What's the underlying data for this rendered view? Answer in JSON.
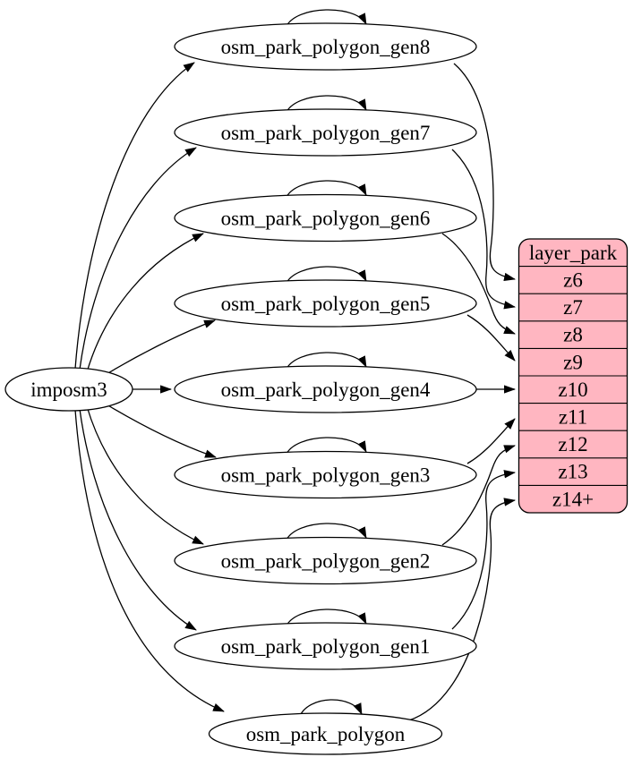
{
  "diagram": {
    "kind": "etl-graph",
    "source_node": {
      "label": "imposm3"
    },
    "table_nodes": [
      {
        "id": "gen8",
        "label": "osm_park_polygon_gen8"
      },
      {
        "id": "gen7",
        "label": "osm_park_polygon_gen7"
      },
      {
        "id": "gen6",
        "label": "osm_park_polygon_gen6"
      },
      {
        "id": "gen5",
        "label": "osm_park_polygon_gen5"
      },
      {
        "id": "gen4",
        "label": "osm_park_polygon_gen4"
      },
      {
        "id": "gen3",
        "label": "osm_park_polygon_gen3"
      },
      {
        "id": "gen2",
        "label": "osm_park_polygon_gen2"
      },
      {
        "id": "gen1",
        "label": "osm_park_polygon_gen1"
      },
      {
        "id": "polygon",
        "label": "osm_park_polygon"
      }
    ],
    "layer_node": {
      "title": "layer_park",
      "rows": [
        "z6",
        "z7",
        "z8",
        "z9",
        "z10",
        "z11",
        "z12",
        "z13",
        "z14+"
      ]
    },
    "edges": {
      "from_source": [
        "osm_park_polygon_gen8",
        "osm_park_polygon_gen7",
        "osm_park_polygon_gen6",
        "osm_park_polygon_gen5",
        "osm_park_polygon_gen4",
        "osm_park_polygon_gen3",
        "osm_park_polygon_gen2",
        "osm_park_polygon_gen1",
        "osm_park_polygon"
      ],
      "to_layer": [
        {
          "from": "osm_park_polygon_gen8",
          "row": "z6"
        },
        {
          "from": "osm_park_polygon_gen7",
          "row": "z7"
        },
        {
          "from": "osm_park_polygon_gen6",
          "row": "z8"
        },
        {
          "from": "osm_park_polygon_gen5",
          "row": "z9"
        },
        {
          "from": "osm_park_polygon_gen4",
          "row": "z10"
        },
        {
          "from": "osm_park_polygon_gen3",
          "row": "z11"
        },
        {
          "from": "osm_park_polygon_gen2",
          "row": "z12"
        },
        {
          "from": "osm_park_polygon_gen1",
          "row": "z13"
        },
        {
          "from": "osm_park_polygon",
          "row": "z14+"
        }
      ],
      "self_loops": [
        "osm_park_polygon_gen8",
        "osm_park_polygon_gen7",
        "osm_park_polygon_gen6",
        "osm_park_polygon_gen5",
        "osm_park_polygon_gen4",
        "osm_park_polygon_gen3",
        "osm_park_polygon_gen2",
        "osm_park_polygon_gen1",
        "osm_park_polygon"
      ]
    },
    "colors": {
      "layer_fill": "#ffb6c1",
      "node_fill": "#ffffff",
      "stroke": "#000000"
    }
  }
}
